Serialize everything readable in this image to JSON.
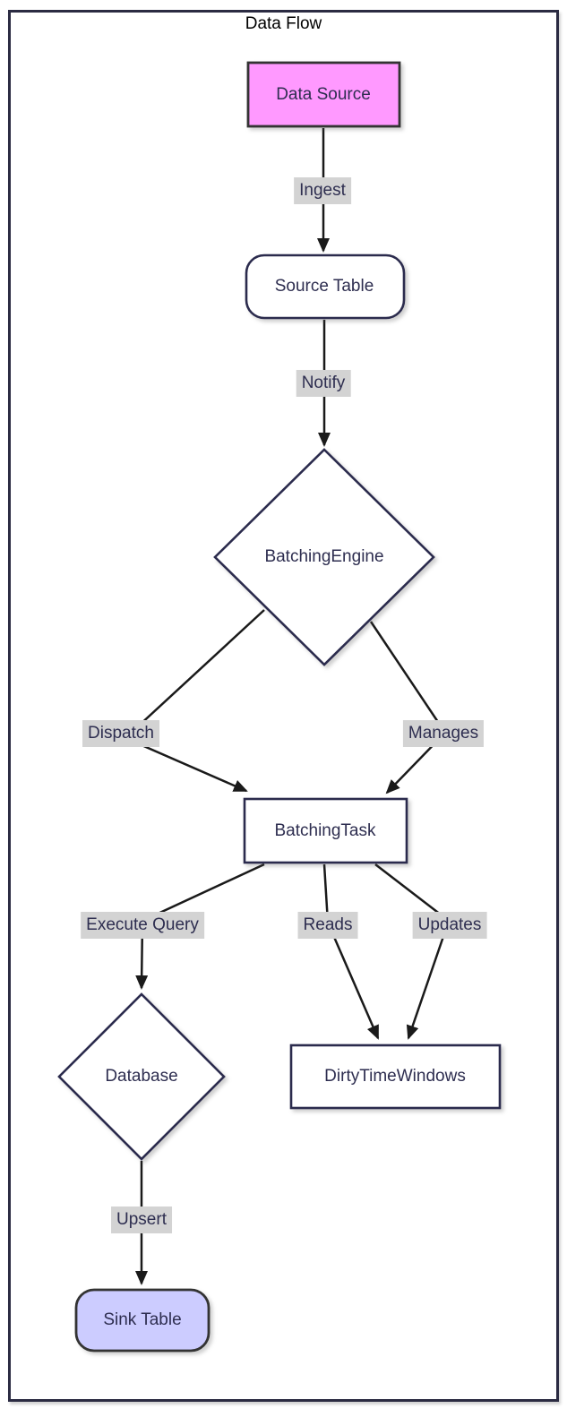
{
  "diagram": {
    "title": "Data Flow",
    "nodes": [
      {
        "id": "data-source",
        "label": "Data Source",
        "shape": "rectangle",
        "fill": "#ff99ff"
      },
      {
        "id": "source-table",
        "label": "Source Table",
        "shape": "rounded-rectangle",
        "fill": "#ffffff"
      },
      {
        "id": "batching-engine",
        "label": "BatchingEngine",
        "shape": "diamond",
        "fill": "#ffffff"
      },
      {
        "id": "batching-task",
        "label": "BatchingTask",
        "shape": "rectangle",
        "fill": "#ffffff"
      },
      {
        "id": "database",
        "label": "Database",
        "shape": "diamond",
        "fill": "#ffffff"
      },
      {
        "id": "dirty-time-windows",
        "label": "DirtyTimeWindows",
        "shape": "rectangle",
        "fill": "#ffffff"
      },
      {
        "id": "sink-table",
        "label": "Sink Table",
        "shape": "rounded-rectangle",
        "fill": "#ccccff"
      }
    ],
    "edges": [
      {
        "from": "Data Source",
        "to": "Source Table",
        "label": "Ingest"
      },
      {
        "from": "Source Table",
        "to": "BatchingEngine",
        "label": "Notify"
      },
      {
        "from": "BatchingEngine",
        "to": "BatchingTask",
        "label": "Dispatch"
      },
      {
        "from": "BatchingEngine",
        "to": "BatchingTask",
        "label": "Manages"
      },
      {
        "from": "BatchingTask",
        "to": "Database",
        "label": "Execute Query"
      },
      {
        "from": "BatchingTask",
        "to": "DirtyTimeWindows",
        "label": "Reads"
      },
      {
        "from": "BatchingTask",
        "to": "DirtyTimeWindows",
        "label": "Updates"
      },
      {
        "from": "Database",
        "to": "Sink Table",
        "label": "Upsert"
      }
    ],
    "colors": {
      "data_source_fill": "#ff99ff",
      "sink_table_fill": "#ccccff",
      "default_node_fill": "#ffffff",
      "node_border": "#2b2b4d",
      "accent_node_border": "#333333",
      "edge_line": "#1a1a1a",
      "edge_label_background": "#d3d3d3",
      "label_text": "#2e2e50",
      "frame_border": "#2b2b42"
    }
  }
}
